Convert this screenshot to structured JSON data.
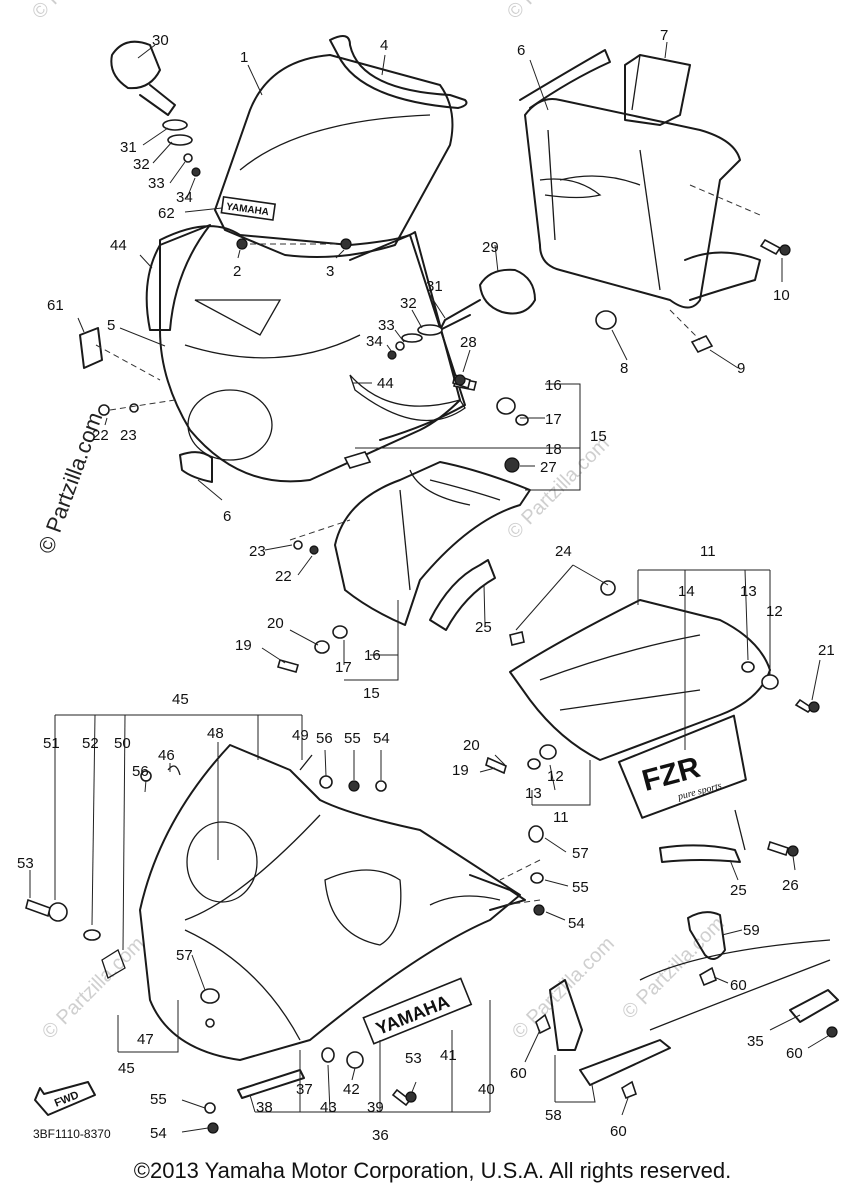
{
  "watermark": {
    "text": "© Partzilla.com",
    "short_text": "© Partzilla.com"
  },
  "callouts": {
    "n1": "1",
    "n2": "2",
    "n3": "3",
    "n4": "4",
    "n5": "5",
    "n6": "6",
    "n6b": "6",
    "n7": "7",
    "n8": "8",
    "n9": "9",
    "n10": "10",
    "n11": "11",
    "n11b": "11",
    "n12": "12",
    "n12b": "12",
    "n13": "13",
    "n13b": "13",
    "n14": "14",
    "n15": "15",
    "n15b": "15",
    "n16": "16",
    "n16b": "16",
    "n17": "17",
    "n17b": "17",
    "n18": "18",
    "n19": "19",
    "n19b": "19",
    "n20": "20",
    "n20b": "20",
    "n21": "21",
    "n22": "22",
    "n22b": "22",
    "n23": "23",
    "n24": "24",
    "n25": "25",
    "n25b": "25",
    "n26": "26",
    "n27": "27",
    "n28": "28",
    "n29": "29",
    "n30": "30",
    "n31": "31",
    "n31b": "31",
    "n32": "32",
    "n32b": "32",
    "n33": "33",
    "n33b": "33",
    "n34": "34",
    "n34b": "34",
    "n35": "35",
    "n36": "36",
    "n37": "37",
    "n38": "38",
    "n39": "39",
    "n40": "40",
    "n41": "41",
    "n42": "42",
    "n43": "43",
    "n44": "44",
    "n44b": "44",
    "n45": "45",
    "n45b": "45",
    "n46": "46",
    "n47": "47",
    "n48": "48",
    "n49": "49",
    "n50": "50",
    "n51": "51",
    "n52": "52",
    "n53": "53",
    "n53b": "53",
    "n54": "54",
    "n54b": "54",
    "n54c": "54",
    "n55": "55",
    "n55b": "55",
    "n55c": "55",
    "n56": "56",
    "n56b": "56",
    "n57": "57",
    "n57b": "57",
    "n58": "58",
    "n59": "59",
    "n60": "60",
    "n60b": "60",
    "n60c": "60",
    "n60d": "60",
    "n61": "61",
    "n62": "62"
  },
  "decals": {
    "yamaha_small": "YAMAHA",
    "yamaha_large": "YAMAHA",
    "fzr": "FZR",
    "pure_sports": "pure sports",
    "fwd": "FWD"
  },
  "diagram_code": "3BF1110-8370",
  "copyright": "©2013  Yamaha Motor Corporation, U.S.A. All rights reserved."
}
